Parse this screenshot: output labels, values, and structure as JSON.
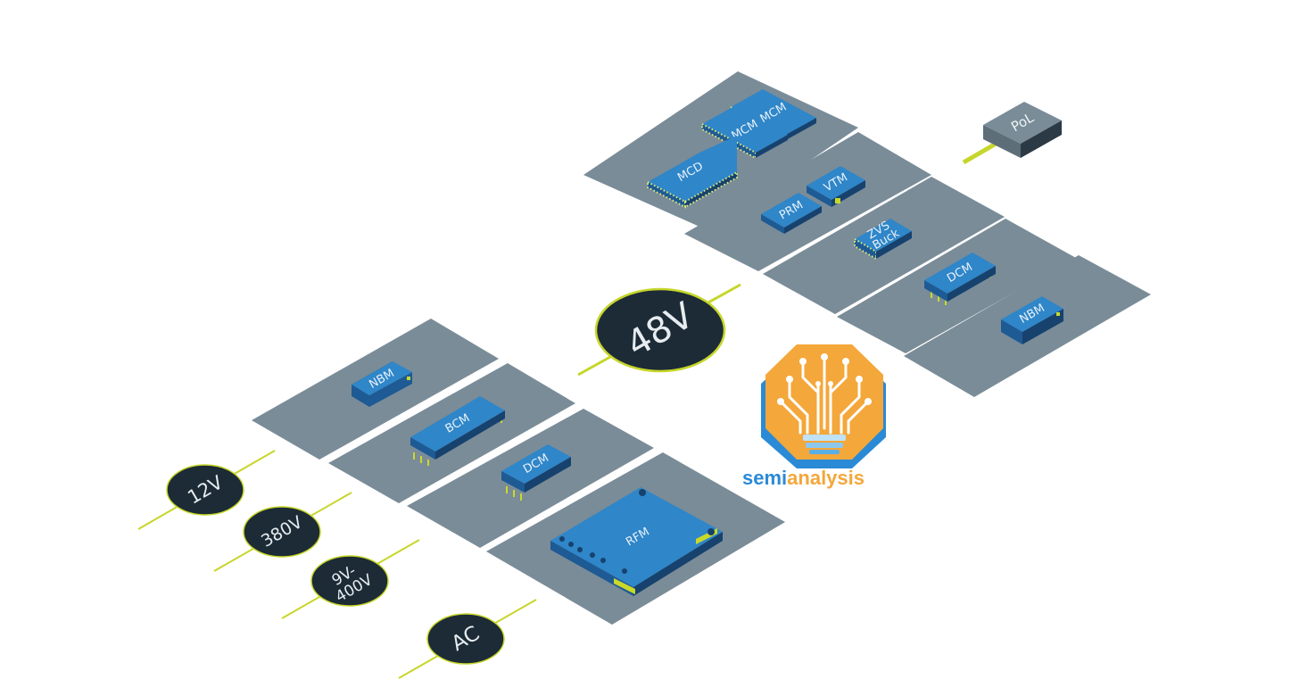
{
  "colors": {
    "plate": "#7a8c98",
    "chip_top": "#2f86c8",
    "chip_side": "#1e5a94",
    "chip_dark": "#17426e",
    "pin": "#c9d92a",
    "bubble": "#1c2b36",
    "wire": "#c6d62a",
    "logo_orange": "#f4a73a",
    "logo_blue": "#2a8ad6"
  },
  "inputs": [
    {
      "label": "12V"
    },
    {
      "label": "380V"
    },
    {
      "label": "9V-\n400V"
    },
    {
      "label": "AC"
    }
  ],
  "bus": {
    "label": "48V"
  },
  "left_modules": [
    "NBM",
    "BCM",
    "DCM",
    "RFM"
  ],
  "right_modules": [
    "MCM",
    "MCM",
    "MCD",
    "VTM",
    "PRM",
    "ZVS\nBuck",
    "DCM",
    "NBM"
  ],
  "pol": {
    "label": "PoL"
  },
  "logo": {
    "word1": "semi",
    "word2": "analysis"
  }
}
